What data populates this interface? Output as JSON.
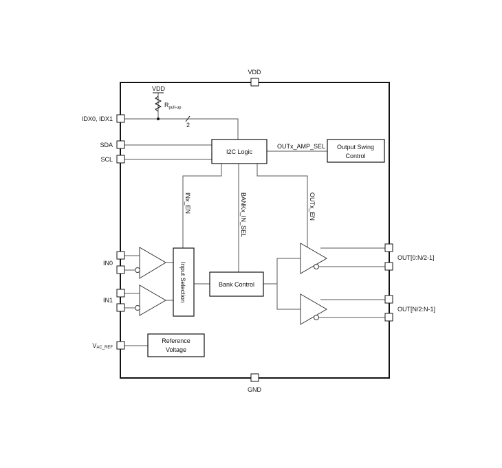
{
  "pins": {
    "vdd": "VDD",
    "gnd": "GND",
    "idx": "IDX0, IDX1",
    "sda": "SDA",
    "scl": "SCL",
    "in0": "IN0",
    "in1": "IN1",
    "vac_ref_main": "V",
    "vac_ref_sub": "AC_REF",
    "out_a": "OUT[0:N/2-1]",
    "out_b": "OUT[N/2:N-1]"
  },
  "pullup": {
    "vdd": "VDD",
    "r_main": "R",
    "r_sub": "pull-up"
  },
  "bus_width": "2",
  "blocks": {
    "i2c": "I2C Logic",
    "swing_line1": "Output Swing",
    "swing_line2": "Control",
    "bank": "Bank Control",
    "input_sel": "Input Selection",
    "ref_line1": "Reference",
    "ref_line2": "Voltage"
  },
  "signals": {
    "amp_sel": "OUTx_AMP_SEL",
    "inx_en": "INx_EN",
    "bank_sel": "BANKx_IN_SEL",
    "outx_en": "OUTx_EN"
  }
}
